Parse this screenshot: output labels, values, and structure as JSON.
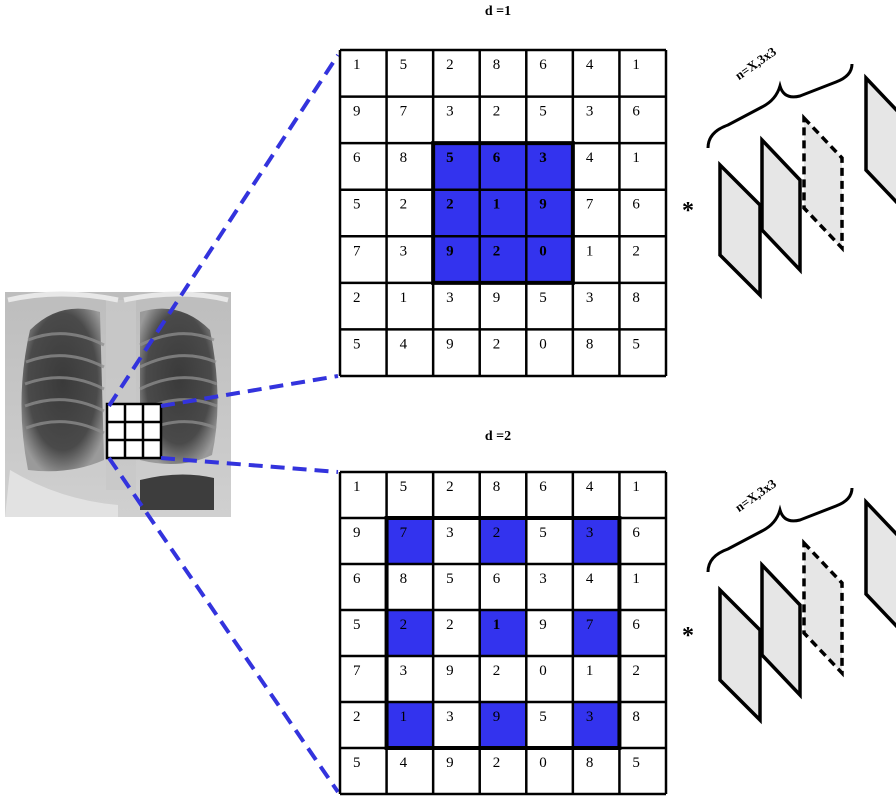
{
  "panels": [
    {
      "title": "d =1",
      "filter_label": "n=X,3x3",
      "operator": "*",
      "grid": [
        [
          1,
          5,
          2,
          8,
          6,
          4,
          1
        ],
        [
          9,
          7,
          3,
          2,
          5,
          3,
          6
        ],
        [
          6,
          8,
          5,
          6,
          3,
          4,
          1
        ],
        [
          5,
          2,
          2,
          1,
          9,
          7,
          6
        ],
        [
          7,
          3,
          9,
          2,
          0,
          1,
          2
        ],
        [
          2,
          1,
          3,
          9,
          5,
          3,
          8
        ],
        [
          5,
          4,
          9,
          2,
          0,
          8,
          5
        ]
      ],
      "highlighted": [
        [
          2,
          2
        ],
        [
          2,
          3
        ],
        [
          2,
          4
        ],
        [
          3,
          2
        ],
        [
          3,
          3
        ],
        [
          3,
          4
        ],
        [
          4,
          2
        ],
        [
          4,
          3
        ],
        [
          4,
          4
        ]
      ]
    },
    {
      "title": "d =2",
      "filter_label": "n=X,3x3",
      "operator": "*",
      "grid": [
        [
          1,
          5,
          2,
          8,
          6,
          4,
          1
        ],
        [
          9,
          7,
          3,
          2,
          5,
          3,
          6
        ],
        [
          6,
          8,
          5,
          6,
          3,
          4,
          1
        ],
        [
          5,
          2,
          2,
          1,
          9,
          7,
          6
        ],
        [
          7,
          3,
          9,
          2,
          0,
          1,
          2
        ],
        [
          2,
          1,
          3,
          9,
          5,
          3,
          8
        ],
        [
          5,
          4,
          9,
          2,
          0,
          8,
          5
        ]
      ],
      "highlighted": [
        [
          1,
          1
        ],
        [
          1,
          3
        ],
        [
          1,
          5
        ],
        [
          3,
          1
        ],
        [
          3,
          3
        ],
        [
          3,
          5
        ],
        [
          5,
          1
        ],
        [
          5,
          3
        ],
        [
          5,
          5
        ]
      ]
    }
  ],
  "colors": {
    "highlight": "#3333ee",
    "dashed_line": "#3333dd",
    "filter_fill": "#e6e6e6",
    "xray_dark": "#2a2a2a",
    "xray_light": "#d8d8d8"
  }
}
